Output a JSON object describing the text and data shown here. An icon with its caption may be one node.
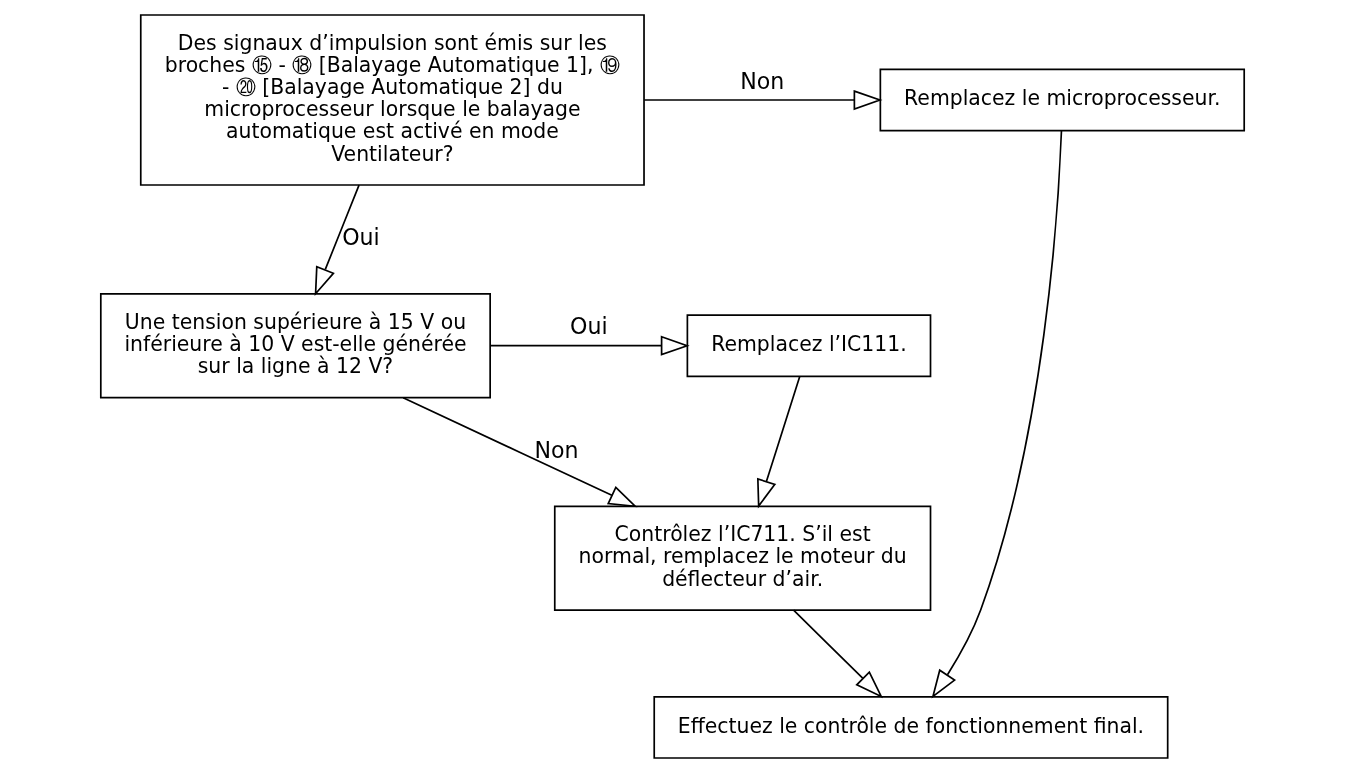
{
  "diagram": {
    "nodes": [
      {
        "text": [
          "Des signaux d’impulsion sont émis sur les broches ⑮ - ⑱ [Balayage Automatique 1], ⑲ - ⑳ [Balayage Automatique 2] du microprocesseur lorsque le balayage automatique est activé en mode Ventilateur?"
        ]
      },
      {
        "text": [
          "Remplacez le microprocesseur."
        ]
      },
      {
        "text": [
          "Une tension supérieure à 15 V ou inférieure à 10 V est-elle générée sur la ligne à 12 V?"
        ]
      },
      {
        "text": [
          "Remplacez l’IC111."
        ]
      },
      {
        "text": [
          "Contrôlez l’IC711. S’il est normal, remplacez le moteur du déflecteur d’air."
        ]
      },
      {
        "text": [
          "Effectuez le contrôle de fonctionnement final."
        ]
      }
    ],
    "edges": [
      {
        "from": 0,
        "to": 1,
        "arrow": "to",
        "label": "Non"
      },
      {
        "from": 0,
        "to": 2,
        "arrow": "to",
        "label": "Oui"
      },
      {
        "from": 2,
        "to": 3,
        "arrow": "to",
        "label": "Oui"
      },
      {
        "from": 3,
        "to": 4,
        "arrow": "to"
      },
      {
        "from": 2,
        "to": 4,
        "arrow": "to",
        "label": "Non"
      },
      {
        "from": 1,
        "to": 5,
        "arrow": "to"
      },
      {
        "from": 4,
        "to": 5,
        "arrow": "to"
      }
    ]
  }
}
